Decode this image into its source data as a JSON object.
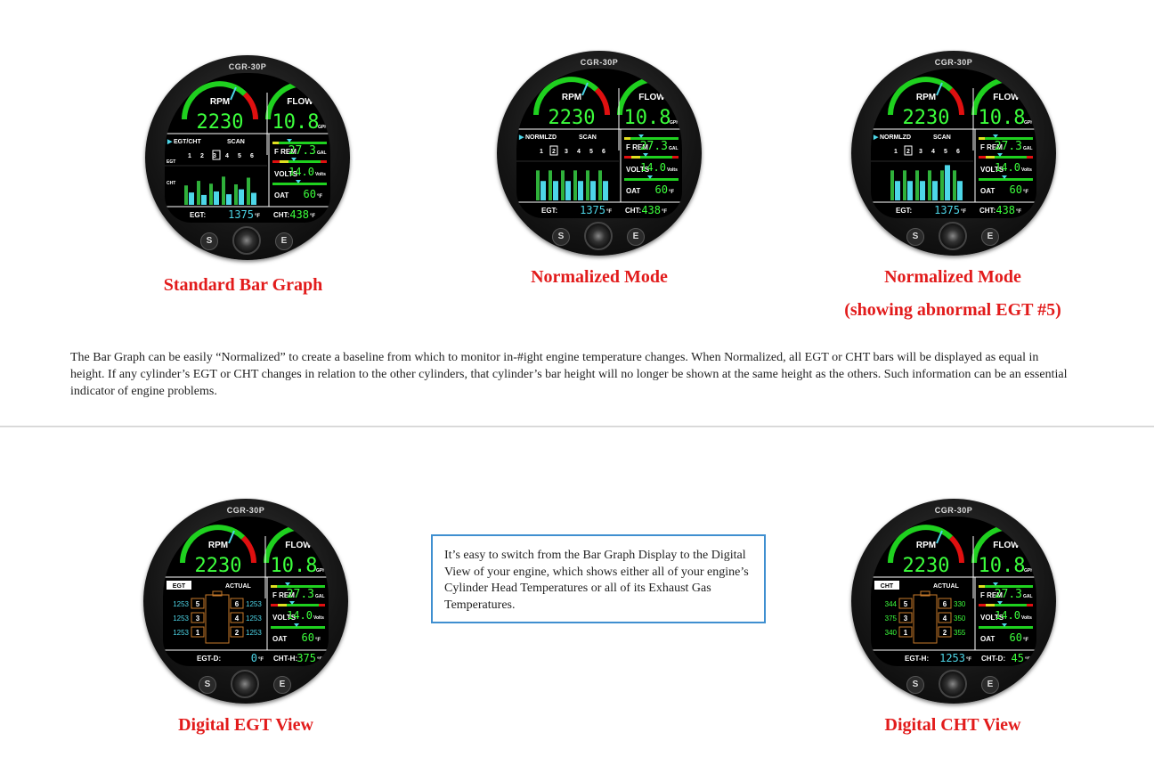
{
  "model_label": "CGR-30P",
  "gauge_common": {
    "rpm_label": "RPM",
    "rpm_value": "2230",
    "flow_label": "FLOW",
    "flow_value": "10.8",
    "flow_unit": "GPH",
    "frem_label": "F REM",
    "frem_value": "27.3",
    "frem_unit": "GAL",
    "volts_label": "VOLTS",
    "volts_value": "14.0",
    "volts_unit": "Volts",
    "oat_label": "OAT",
    "oat_value": "60",
    "oat_unit": "°F",
    "s_button": "S",
    "e_button": "E",
    "scan_label": "SCAN",
    "cylinders": [
      "1",
      "2",
      "3",
      "4",
      "5",
      "6"
    ],
    "egt_axis": "EGT",
    "cht_axis": "CHT",
    "egt_label": "EGT:",
    "egt_value": "1375",
    "cht_label": "CHT:",
    "cht_value": "438",
    "temp_unit": "°F"
  },
  "gauges": [
    {
      "mode_label": "EGT/CHT",
      "caption": "Standard Bar Graph",
      "egt_bars": [
        0.35,
        0.28,
        0.38,
        0.3,
        0.44,
        0.34
      ],
      "cht_bars": [
        0.55,
        0.68,
        0.6,
        0.8,
        0.58,
        0.77
      ]
    },
    {
      "mode_label": "NORMLZD",
      "caption": "Normalized Mode",
      "egt_bars": [
        0.55,
        0.55,
        0.55,
        0.55,
        0.55,
        0.55
      ],
      "cht_bars": [
        0.85,
        0.85,
        0.85,
        0.85,
        0.85,
        0.85
      ]
    },
    {
      "mode_label": "NORMLZD",
      "caption": "Normalized Mode",
      "caption2": "(showing abnormal EGT #5)",
      "egt_bars": [
        0.55,
        0.55,
        0.55,
        0.55,
        1.0,
        0.55
      ],
      "cht_bars": [
        0.85,
        0.85,
        0.85,
        0.85,
        0.85,
        0.85
      ]
    }
  ],
  "paragraph": "The Bar Graph can be easily “Normalized” to create a baseline from which to monitor in-#ight engine temperature changes. When Normalized, all EGT or CHT bars will be displayed as equal in height. If any cylinder’s EGT or CHT changes in relation to the other cylinders, that cylinder’s bar height will no longer be shown at the same height as the others. Such information can be an essential indicator of engine problems.",
  "digital_views": [
    {
      "tab_label": "EGT",
      "actual_label": "ACTUAL",
      "left_values": [
        "1253",
        "1253",
        "1253"
      ],
      "right_values": [
        "1253",
        "1253",
        "1253"
      ],
      "left_cyls": [
        "5",
        "3",
        "1"
      ],
      "right_cyls": [
        "6",
        "4",
        "2"
      ],
      "bottom_left_label": "EGT-D:",
      "bottom_left_value": "0",
      "bottom_right_label": "CHT-H:",
      "bottom_right_value": "375",
      "caption": "Digital EGT View"
    },
    {
      "tab_label": "CHT",
      "actual_label": "ACTUAL",
      "left_values": [
        "344",
        "375",
        "340"
      ],
      "right_values": [
        "330",
        "350",
        "355"
      ],
      "left_cyls": [
        "5",
        "3",
        "1"
      ],
      "right_cyls": [
        "6",
        "4",
        "2"
      ],
      "bottom_left_label": "EGT-H:",
      "bottom_left_value": "1253",
      "bottom_right_label": "CHT-D:",
      "bottom_right_value": "45",
      "caption": "Digital CHT View"
    }
  ],
  "callout_text": "It’s easy to switch from the Bar Graph Display to the Digital View of your engine, which shows either all of your engine’s Cylinder Head Temperatures or all of its Exhaust Gas Temperatures.",
  "colors": {
    "caption": "#e21b1b",
    "digits": "#3cff3c",
    "cyan": "#4dd6e8",
    "arc_green": "#1fd11f",
    "arc_red": "#e01010",
    "callout_border": "#3f8fd0"
  }
}
